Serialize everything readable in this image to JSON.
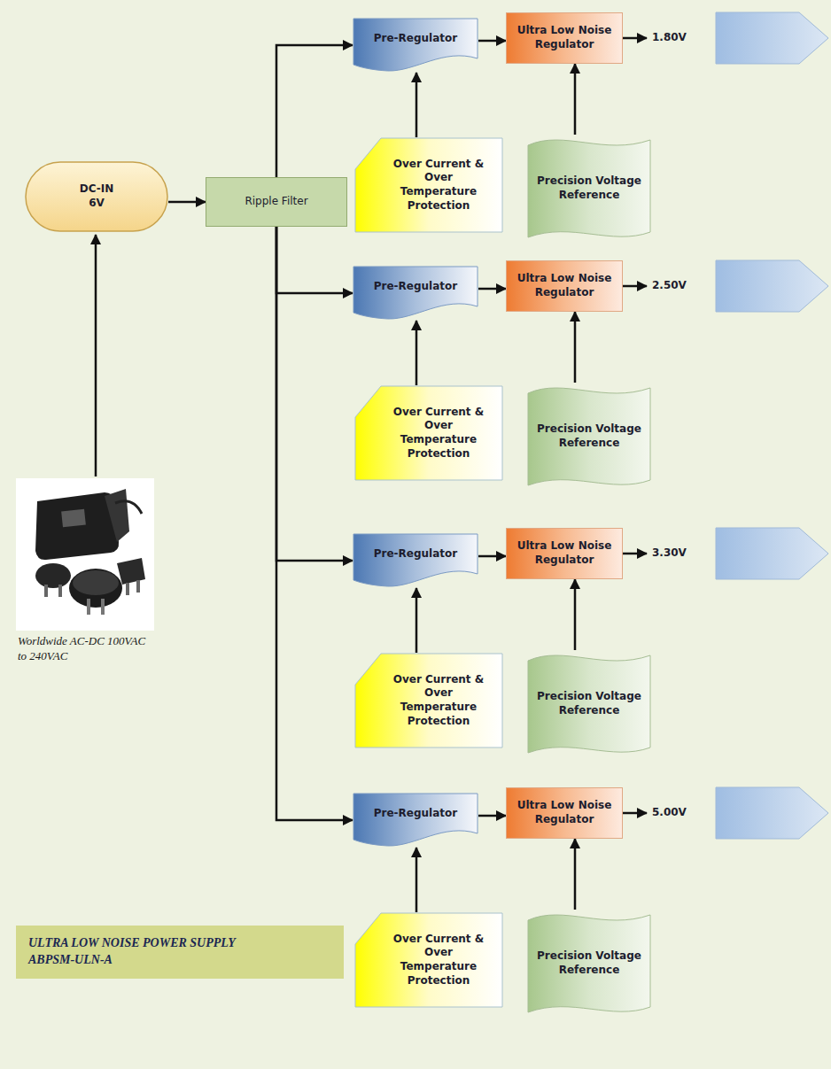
{
  "diagram": {
    "nodes": [
      {
        "text": [
          "DC-IN 6V"
        ]
      },
      {
        "text": [
          "Ripple Filter"
        ]
      },
      {
        "text": [
          "Pre-Regulator"
        ]
      },
      {
        "text": [
          "Ultra Low Noise Regulator"
        ]
      },
      {
        "text": [
          "1.80V"
        ]
      },
      {
        "text": [
          "Over Current & Over Temperature Protection"
        ]
      },
      {
        "text": [
          "Precision Voltage Reference"
        ]
      },
      {
        "text": [
          "Pre-Regulator"
        ]
      },
      {
        "text": [
          "Ultra Low Noise Regulator"
        ]
      },
      {
        "text": [
          "2.50V"
        ]
      },
      {
        "text": [
          "Over Current & Over Temperature Protection"
        ]
      },
      {
        "text": [
          "Precision Voltage Reference"
        ]
      },
      {
        "text": [
          "Pre-Regulator"
        ]
      },
      {
        "text": [
          "Ultra Low Noise Regulator"
        ]
      },
      {
        "text": [
          "3.30V"
        ]
      },
      {
        "text": [
          "Over Current & Over Temperature Protection"
        ]
      },
      {
        "text": [
          "Precision Voltage Reference"
        ]
      },
      {
        "text": [
          "Pre-Regulator"
        ]
      },
      {
        "text": [
          "Ultra Low Noise Regulator"
        ]
      },
      {
        "text": [
          "5.00V"
        ]
      },
      {
        "text": [
          "Over Current & Over Temperature Protection"
        ]
      },
      {
        "text": [
          "Precision Voltage Reference"
        ]
      },
      {
        "text": [
          "ULTRA LOW NOISE POWER SUPPLY ABPSM-ULN-A"
        ]
      }
    ],
    "edges": [
      {
        "from": 0,
        "to": 1,
        "arrow": "to"
      },
      {
        "from": 1,
        "to": 2,
        "arrow": "to"
      },
      {
        "from": 1,
        "to": 7,
        "arrow": "to"
      },
      {
        "from": 1,
        "to": 12,
        "arrow": "to"
      },
      {
        "from": 1,
        "to": 17,
        "arrow": "to"
      },
      {
        "from": 2,
        "to": 3,
        "arrow": "to"
      },
      {
        "from": 3,
        "to": 4,
        "arrow": "to"
      },
      {
        "from": 5,
        "to": 2,
        "arrow": "to"
      },
      {
        "from": 6,
        "to": 3,
        "arrow": "to"
      },
      {
        "from": 7,
        "to": 8,
        "arrow": "to"
      },
      {
        "from": 8,
        "to": 9,
        "arrow": "to"
      },
      {
        "from": 10,
        "to": 7,
        "arrow": "to"
      },
      {
        "from": 11,
        "to": 8,
        "arrow": "to"
      },
      {
        "from": 12,
        "to": 13,
        "arrow": "to"
      },
      {
        "from": 13,
        "to": 14,
        "arrow": "to"
      },
      {
        "from": 15,
        "to": 12,
        "arrow": "to"
      },
      {
        "from": 16,
        "to": 13,
        "arrow": "to"
      },
      {
        "from": 17,
        "to": 18,
        "arrow": "to"
      },
      {
        "from": 18,
        "to": 19,
        "arrow": "to"
      },
      {
        "from": 20,
        "to": 17,
        "arrow": "to"
      },
      {
        "from": 21,
        "to": 18,
        "arrow": "to"
      }
    ],
    "labels": [
      "Worldwide AC-DC 100VAC to 240VAC"
    ]
  }
}
